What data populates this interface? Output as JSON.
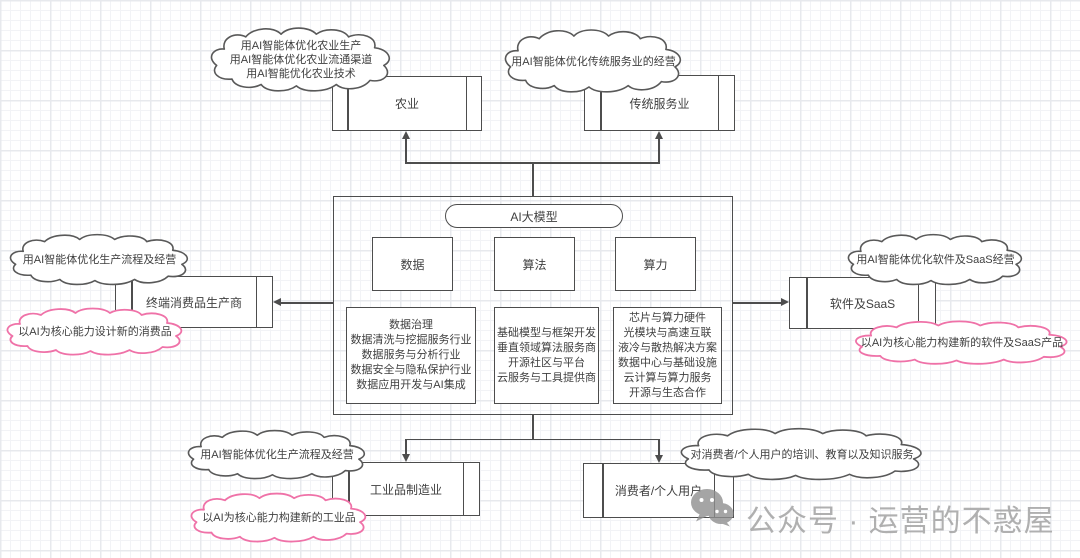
{
  "colors": {
    "line": "#4d4d4d",
    "text": "#3f3f3f",
    "pink": "#ef72a8",
    "cloud_border": "#595959",
    "watermark": "#a3a3a3",
    "grid_minor": "#f2f3f6",
    "grid_major": "#e7e9ed"
  },
  "center": {
    "title": "AI大模型",
    "pillars": [
      {
        "label": "数据",
        "details": [
          "数据治理",
          "数据清洗与挖掘服务行业",
          "数据服务与分析行业",
          "数据安全与隐私保护行业",
          "数据应用开发与AI集成"
        ]
      },
      {
        "label": "算法",
        "details": [
          "基础模型与框架开发",
          "垂直领域算法服务商",
          "开源社区与平台",
          "云服务与工具提供商"
        ]
      },
      {
        "label": "算力",
        "details": [
          "芯片与算力硬件",
          "光模块与高速互联",
          "液冷与散热解决方案",
          "数据中心与基础设施",
          "云计算与算力服务",
          "开源与生态合作"
        ]
      }
    ]
  },
  "nodes": {
    "agriculture": {
      "label": "农业"
    },
    "traditional_services": {
      "label": "传统服务业"
    },
    "consumer_goods_producer": {
      "label": "终端消费品生产商"
    },
    "software_saas": {
      "label": "软件及SaaS"
    },
    "industrial_manufacturing": {
      "label": "工业品制造业"
    },
    "consumers": {
      "label": "消费者/个人用户"
    }
  },
  "clouds": {
    "top_left": {
      "lines": [
        "用AI智能体优化农业生产",
        "用AI智能体优化农业流通渠道",
        "用AI智能优化农业技术"
      ]
    },
    "top_right": {
      "lines": [
        "用AI智能体优化传统服务业的经营"
      ]
    },
    "mid_left": {
      "lines": [
        "用AI智能体优化生产流程及经营"
      ]
    },
    "mid_left_pink": {
      "lines": [
        "以AI为核心能力设计新的消费品"
      ]
    },
    "mid_right": {
      "lines": [
        "用AI智能体优化软件及SaaS经营"
      ]
    },
    "mid_right_pink": {
      "lines": [
        "以AI为核心能力构建新的软件及SaaS产品"
      ]
    },
    "bottom_left": {
      "lines": [
        "用AI智能体优化生产流程及经营"
      ]
    },
    "bottom_left_pink": {
      "lines": [
        "以AI为核心能力构建新的工业品"
      ]
    },
    "bottom_right": {
      "lines": [
        "对消费者/个人用户的培训、教育以及知识服务"
      ]
    }
  },
  "watermark": {
    "text": "公众号 · 运营的不惑屋",
    "icon": "wechat-logo"
  }
}
